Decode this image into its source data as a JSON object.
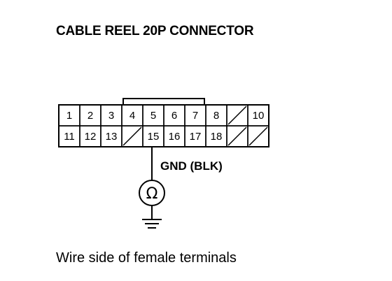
{
  "title": "CABLE REEL 20P CONNECTOR",
  "caption": "Wire side of female terminals",
  "connector": {
    "rows": [
      [
        "1",
        "2",
        "3",
        "4",
        "5",
        "6",
        "7",
        "8",
        "",
        "10"
      ],
      [
        "11",
        "12",
        "13",
        "",
        "15",
        "16",
        "17",
        "18",
        "",
        ""
      ]
    ],
    "empty_cells": [
      [
        0,
        8
      ],
      [
        1,
        3
      ],
      [
        1,
        8
      ],
      [
        1,
        9
      ]
    ]
  },
  "ground_wire": {
    "label": "GND (BLK)",
    "terminal": "15"
  },
  "meter_symbol": "Ω"
}
